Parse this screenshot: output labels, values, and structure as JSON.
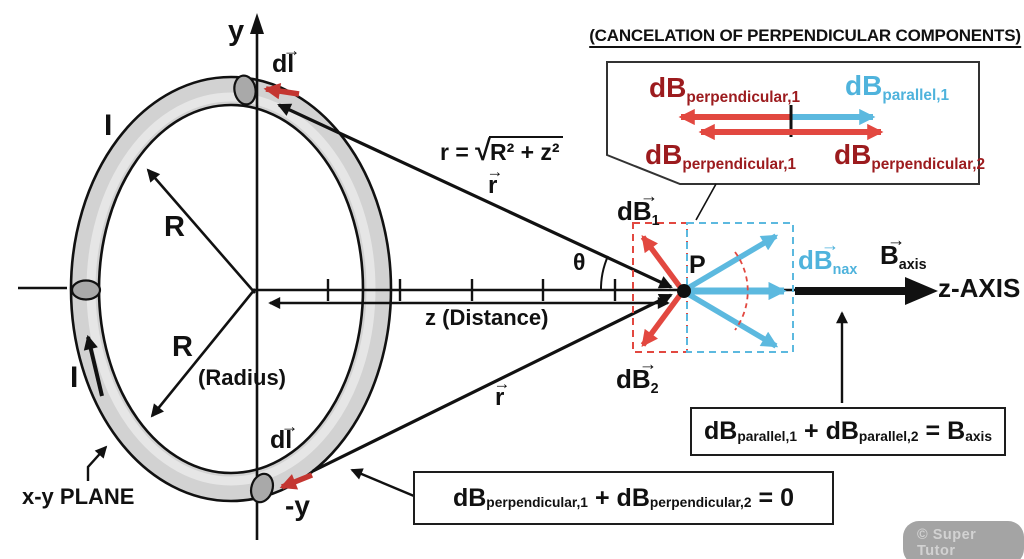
{
  "colors": {
    "arrow_red": "#E24840",
    "dl_red": "#C43631",
    "maroon_text": "#9C1B1E",
    "cyan": "#5CB9DF",
    "line_black": "#111111",
    "tube_gray": "#D2D2D2",
    "wire_section_gray": "#A9A9A9",
    "watermark_gray": "#949494"
  },
  "inset": {
    "title": "(CANCELATION OF PERPENDICULAR COMPONENTS)",
    "labels": {
      "top_left": {
        "base": "dB",
        "sub": "perpendicular,1"
      },
      "top_right": {
        "base": "dB",
        "sub": "parallel,1"
      },
      "bottom_left": {
        "base": "dB",
        "sub": "perpendicular,1"
      },
      "bottom_right": {
        "base": "dB",
        "sub": "perpendicular,2"
      }
    }
  },
  "axes": {
    "y": "y",
    "neg_y": "-y",
    "z_axis": "z-AXIS",
    "z_distance": "z (Distance)"
  },
  "loop": {
    "current_upper": "I",
    "current_lower": "I",
    "radius_upper": "R",
    "radius_lower": "R",
    "radius_caption": "(Radius)",
    "plane": "x-y PLANE",
    "dl_top": "dl",
    "dl_bottom": "dl"
  },
  "geometry": {
    "r_equation_lhs": "r =",
    "sqrt_sign": "√",
    "r_equation_expr": "R² + z²",
    "r_vector_top": "r",
    "r_vector_bottom": "r",
    "theta": "θ",
    "point": "P"
  },
  "field_vectors": {
    "dB1": {
      "base": "dB",
      "sub": "1"
    },
    "dB2": {
      "base": "dB",
      "sub": "2"
    },
    "dB_nax": {
      "base": "dB",
      "sub": "nax"
    },
    "B_axis": {
      "base": "B",
      "sub": "axis"
    }
  },
  "equations": {
    "parallel": {
      "term1_base": "dB",
      "term1_sub": "parallel,1",
      "plus": "+",
      "term2_base": "dB",
      "term2_sub": "parallel,2",
      "equals": "=",
      "result_base": "B",
      "result_sub": "axis"
    },
    "perpendicular": {
      "term1_base": "dB",
      "term1_sub": "perpendicular,1",
      "plus": "+",
      "term2_base": "dB",
      "term2_sub": "perpendicular,2",
      "equals": "=",
      "result_base": "0"
    }
  },
  "watermark": "© Super Tutor",
  "vector_arrow": "→"
}
